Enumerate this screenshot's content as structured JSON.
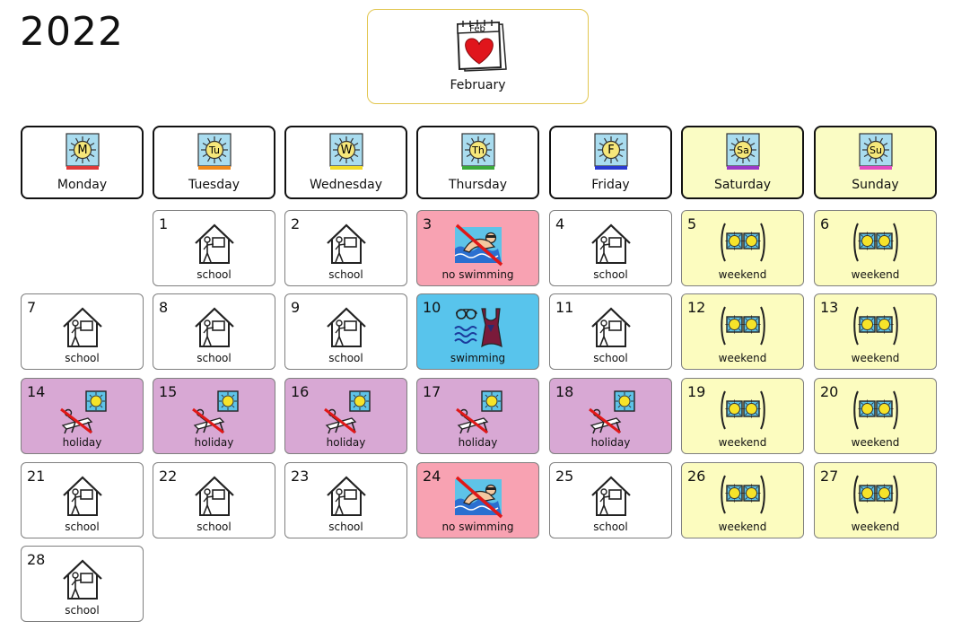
{
  "header": {
    "year": "2022",
    "month_icon_text": "Feb",
    "month_label": "February"
  },
  "weekdays": [
    {
      "abbr": "M",
      "label": "Monday",
      "color": "#e03a3a"
    },
    {
      "abbr": "Tu",
      "label": "Tuesday",
      "color": "#f08a1c"
    },
    {
      "abbr": "W",
      "label": "Wednesday",
      "color": "#f2dc2a"
    },
    {
      "abbr": "Th",
      "label": "Thursday",
      "color": "#3caa3c"
    },
    {
      "abbr": "F",
      "label": "Friday",
      "color": "#2a3ad0"
    },
    {
      "abbr": "Sa",
      "label": "Saturday",
      "color": "#9a3ac8"
    },
    {
      "abbr": "Su",
      "label": "Sunday",
      "color": "#e24cc0"
    }
  ],
  "weeks": [
    [
      null,
      {
        "day": "1",
        "type": "school",
        "label": "school"
      },
      {
        "day": "2",
        "type": "school",
        "label": "school"
      },
      {
        "day": "3",
        "type": "noswim",
        "label": "no swimming"
      },
      {
        "day": "4",
        "type": "school",
        "label": "school"
      },
      {
        "day": "5",
        "type": "weekend",
        "label": "weekend"
      },
      {
        "day": "6",
        "type": "weekend",
        "label": "weekend"
      }
    ],
    [
      {
        "day": "7",
        "type": "school",
        "label": "school"
      },
      {
        "day": "8",
        "type": "school",
        "label": "school"
      },
      {
        "day": "9",
        "type": "school",
        "label": "school"
      },
      {
        "day": "10",
        "type": "swim",
        "label": "swimming"
      },
      {
        "day": "11",
        "type": "school",
        "label": "school"
      },
      {
        "day": "12",
        "type": "weekend",
        "label": "weekend"
      },
      {
        "day": "13",
        "type": "weekend",
        "label": "weekend"
      }
    ],
    [
      {
        "day": "14",
        "type": "holiday",
        "label": "holiday"
      },
      {
        "day": "15",
        "type": "holiday",
        "label": "holiday"
      },
      {
        "day": "16",
        "type": "holiday",
        "label": "holiday"
      },
      {
        "day": "17",
        "type": "holiday",
        "label": "holiday"
      },
      {
        "day": "18",
        "type": "holiday",
        "label": "holiday"
      },
      {
        "day": "19",
        "type": "weekend",
        "label": "weekend"
      },
      {
        "day": "20",
        "type": "weekend",
        "label": "weekend"
      }
    ],
    [
      {
        "day": "21",
        "type": "school",
        "label": "school"
      },
      {
        "day": "22",
        "type": "school",
        "label": "school"
      },
      {
        "day": "23",
        "type": "school",
        "label": "school"
      },
      {
        "day": "24",
        "type": "noswim",
        "label": "no swimming"
      },
      {
        "day": "25",
        "type": "school",
        "label": "school"
      },
      {
        "day": "26",
        "type": "weekend",
        "label": "weekend"
      },
      {
        "day": "27",
        "type": "weekend",
        "label": "weekend"
      }
    ],
    [
      {
        "day": "28",
        "type": "school",
        "label": "school"
      },
      null,
      null,
      null,
      null,
      null,
      null
    ]
  ],
  "icons": {
    "school": "school-house-icon",
    "weekend": "weekend-two-suns-icon",
    "holiday": "sunbathing-crossed-out-icon",
    "swim": "swimming-icon",
    "noswim": "no-swimming-icon",
    "month": "calendar-heart-icon"
  },
  "colors": {
    "weekend_bg": "#fcfcbf",
    "holiday_bg": "#d8a8d4",
    "noswim_bg": "#f8a2b2",
    "swim_bg": "#58c4ec",
    "month_border": "#e2c64f"
  }
}
